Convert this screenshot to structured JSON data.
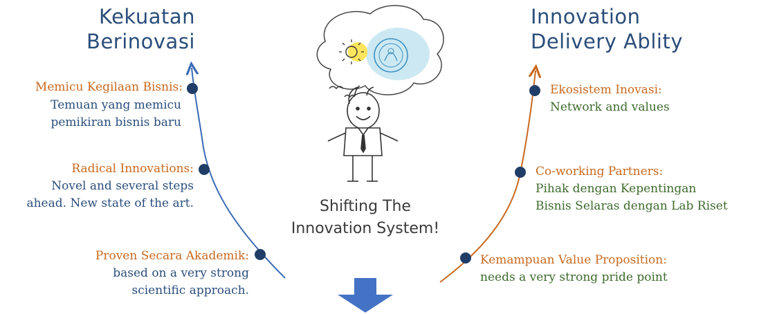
{
  "left": {
    "title_line1": "Kekuatan",
    "title_line2": "Berinovasi",
    "items": [
      {
        "heading": "Memicu Kegilaan Bisnis:",
        "lines": [
          "Temuan yang memicu",
          "pemikiran bisnis baru"
        ]
      },
      {
        "heading": "Radical Innovations:",
        "lines": [
          "Novel and several steps",
          "ahead. New state of the art."
        ]
      },
      {
        "heading": "Proven Secara Akademik:",
        "lines": [
          "based on a very strong",
          "scientific approach."
        ]
      }
    ]
  },
  "right": {
    "title_line1": "Innovation",
    "title_line2": "Delivery Ablity",
    "items": [
      {
        "heading": "Ekosistem Inovasi:",
        "lines": [
          "Network and values"
        ]
      },
      {
        "heading": "Co-working Partners:",
        "lines": [
          "Pihak dengan Kepentingan",
          "Bisnis Selaras dengan Lab Riset"
        ]
      },
      {
        "heading": "Kemampuan Value Proposition:",
        "lines": [
          "needs a very strong pride point"
        ]
      }
    ]
  },
  "center": {
    "caption_line1": "Shifting The",
    "caption_line2": "Innovation System!"
  },
  "colors": {
    "left_curve": "#3b6ab5",
    "right_curve": "#c8691f",
    "dot": "#1f3d66",
    "arrow": "#4472c4"
  },
  "icons": [
    "thinking-man-icon",
    "thought-bubble-icon",
    "lightbulb-sun-icon",
    "bird-icon",
    "down-arrow-icon"
  ]
}
